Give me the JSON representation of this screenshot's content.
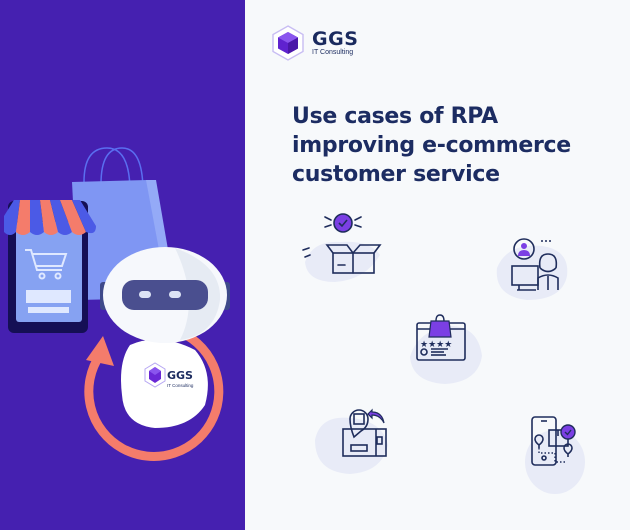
{
  "brand": {
    "name": "GGS",
    "subtitle": "IT Consulting",
    "colors": {
      "left_panel_bg": "#4520b0",
      "right_panel_bg": "#f7f9fb",
      "title_text": "#1c2c62",
      "accent_purple": "#7b3fe4",
      "accent_coral": "#f47c6b",
      "icon_stroke": "#1f2d5c"
    }
  },
  "header": {
    "title_lines": [
      "Use cases of RPA",
      "improving e-commerce",
      "customer service"
    ]
  },
  "illustration": {
    "elements": [
      "shopping-bag",
      "smartphone-storefront",
      "shopping-cart",
      "chatbot-robot",
      "circular-arrow",
      "ggs-badge"
    ],
    "badge": {
      "name": "GGS",
      "subtitle": "IT Consulting"
    }
  },
  "use_case_icons": [
    {
      "id": "order-confirmation",
      "icon": "box-checkmark-icon"
    },
    {
      "id": "customer-support-agent",
      "icon": "support-agent-icon"
    },
    {
      "id": "product-reviews",
      "icon": "rating-review-icon"
    },
    {
      "id": "returns-processing",
      "icon": "package-return-icon"
    },
    {
      "id": "delivery-tracking",
      "icon": "mobile-tracking-icon"
    }
  ]
}
